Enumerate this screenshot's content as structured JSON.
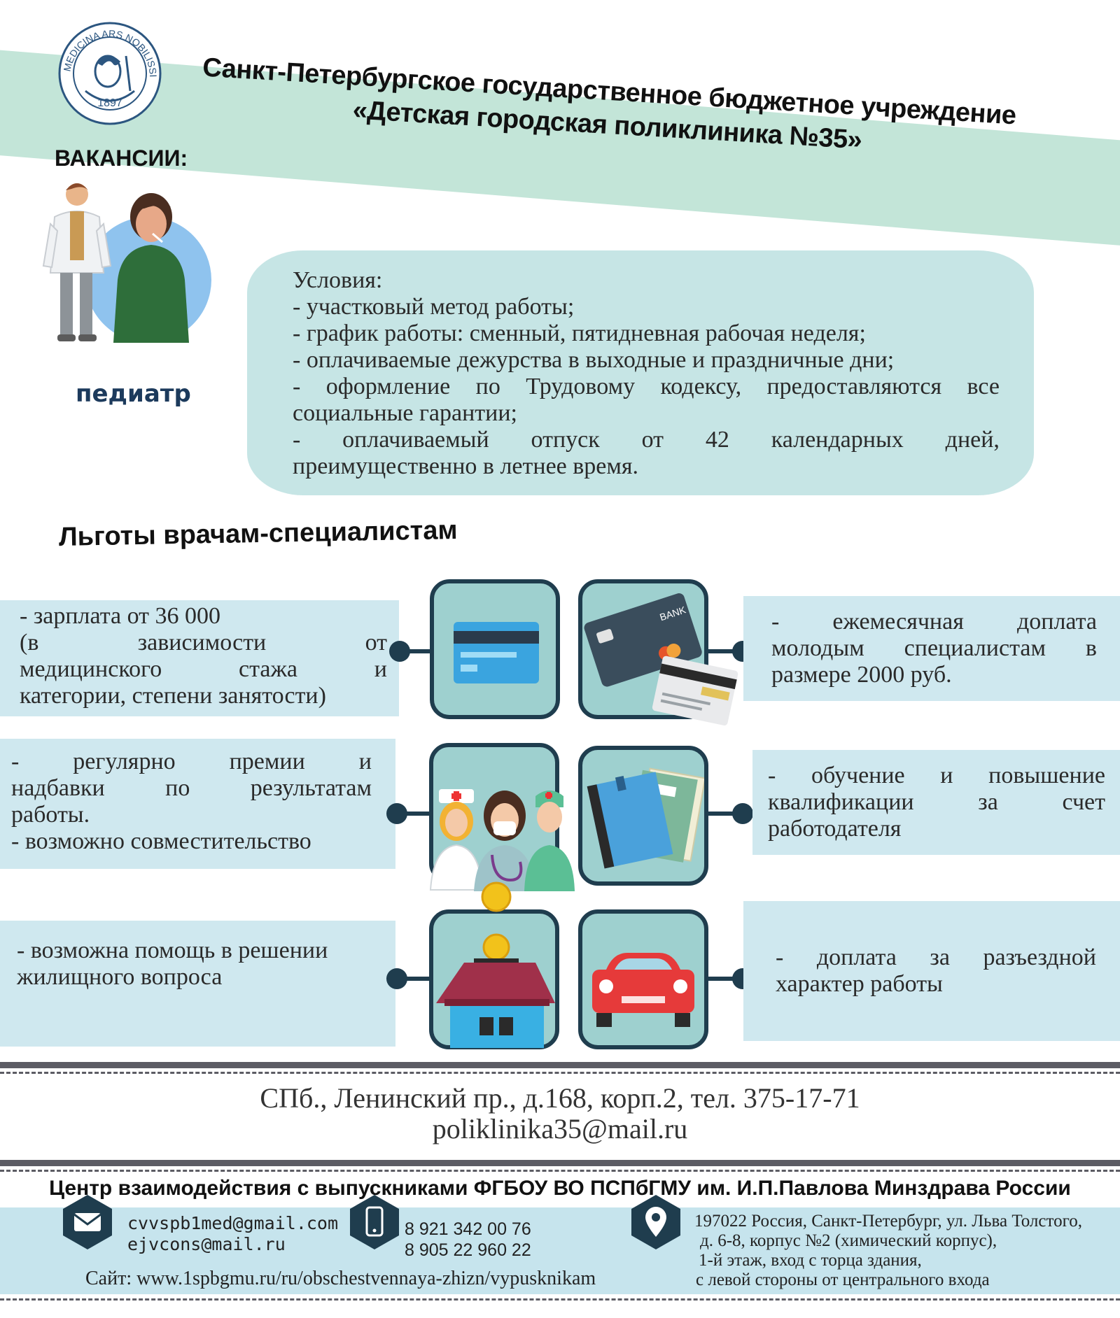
{
  "header": {
    "org_line1": "Санкт-Петербургское государственное бюджетное учреждение",
    "org_line2": "«Детская городская поликлиника №35»",
    "logo_text_top": "MEDICINA ARS NOBILISSIMA",
    "logo_year": "1897"
  },
  "vacancies": {
    "title": "ВАКАНСИИ:",
    "position": "педиатр"
  },
  "conditions": {
    "title": "Условия:",
    "line1": "- участковый метод работы;",
    "line2": "- график работы: сменный, пятидневная рабочая неделя;",
    "line3": "- оплачиваемые дежурства в выходные и праздничные дни;",
    "line4": [
      "-",
      "оформление",
      "по",
      "Трудовому",
      "кодексу,",
      "предоставляются",
      "все"
    ],
    "line5": "социальные гарантии;",
    "line6": [
      "-",
      "оплачиваемый",
      "отпуск",
      "от",
      "42",
      "календарных",
      "дней,"
    ],
    "line7": "преимущественно в летнее время."
  },
  "benefits": {
    "title": "Льготы врачам-специалистам",
    "b1": {
      "line1": "- зарплата от 36 000",
      "line2": [
        "(в",
        "зависимости",
        "от"
      ],
      "line3": [
        "медицинского",
        "стажа",
        "и"
      ],
      "line4": "категории, степени занятости)"
    },
    "b2": {
      "line1": [
        "-",
        "ежемесячная",
        "доплата"
      ],
      "line2": [
        "молодым",
        "специалистам",
        "в"
      ],
      "line3": "размере 2000 руб."
    },
    "b3": {
      "line1": [
        "-",
        "регулярно",
        "премии",
        "и"
      ],
      "line2": [
        "надбавки",
        "по",
        "результатам"
      ],
      "line3": "работы.",
      "line4": "- возможно совместительство"
    },
    "b4": {
      "line1": [
        "-",
        "обучение",
        "и",
        "повышение"
      ],
      "line2": [
        "квалификации",
        "за",
        "счет"
      ],
      "line3": "работодателя"
    },
    "b5": {
      "line1": "- возможна помощь в решении",
      "line2": "жилищного вопроса"
    },
    "b6": {
      "line1": [
        "-",
        "доплата",
        "за",
        "разъездной"
      ],
      "line2": "характер работы"
    },
    "card_label": "BANK"
  },
  "address": {
    "line1": "СПб., Ленинский пр., д.168, корп.2,  тел. 375-17-71",
    "line2": "poliklinika35@mail.ru"
  },
  "center": {
    "title": "Центр взаимодействия с выпускниками  ФГБОУ ВО ПСПбГМУ им. И.П.Павлова Минздрава России",
    "email1": "cvvspb1med@gmail.com",
    "email2": "ejvcons@mail.ru",
    "phone1": "8 921 342 00 76",
    "phone2": "8 905 22 960 22",
    "addr1": "197022 Россия, Санкт-Петербург, ул. Льва Толстого,",
    "addr2": "д. 6-8,  корпус №2 (химический корпус),",
    "addr3": "1-й этаж, вход с торца здания,",
    "addr4": "с левой стороны от центрального входа",
    "site": "Сайт: www.1spbgmu.ru/ru/obschestvennaya-zhizn/vypusknikam"
  },
  "colors": {
    "banner": "#c3e5d8",
    "conditions_bg": "#c6e5e5",
    "benefit_bg": "#cfe8ef",
    "tile_bg": "#9ed0cf",
    "dark": "#1f3d4e",
    "position_text": "#1c3a5c"
  }
}
